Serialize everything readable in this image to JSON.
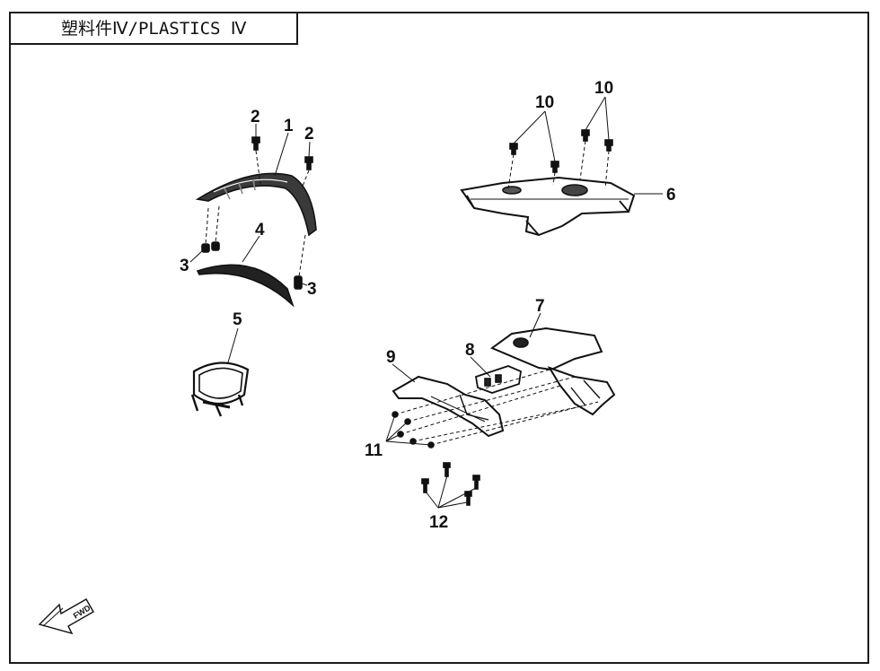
{
  "title": "塑料件Ⅳ/PLASTICS Ⅳ",
  "fwd_label": "FWD",
  "callouts": [
    {
      "id": "c1",
      "text": "1"
    },
    {
      "id": "c2a",
      "text": "2"
    },
    {
      "id": "c2b",
      "text": "2"
    },
    {
      "id": "c3a",
      "text": "3"
    },
    {
      "id": "c3b",
      "text": "3"
    },
    {
      "id": "c4",
      "text": "4"
    },
    {
      "id": "c5",
      "text": "5"
    },
    {
      "id": "c6",
      "text": "6"
    },
    {
      "id": "c7",
      "text": "7"
    },
    {
      "id": "c8",
      "text": "8"
    },
    {
      "id": "c9",
      "text": "9"
    },
    {
      "id": "c10a",
      "text": "10"
    },
    {
      "id": "c10b",
      "text": "10"
    },
    {
      "id": "c11",
      "text": "11"
    },
    {
      "id": "c12",
      "text": "12"
    }
  ]
}
